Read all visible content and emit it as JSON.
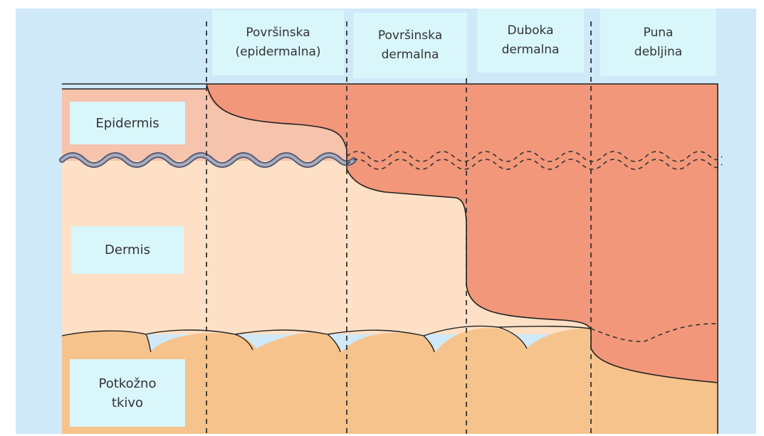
{
  "columns": [
    {
      "id": "superficial-epidermal",
      "label": "Površinska\n(epidermalna)"
    },
    {
      "id": "superficial-dermal",
      "label": "Površinska\ndermalna"
    },
    {
      "id": "deep-dermal",
      "label": "Duboka\ndermalna"
    },
    {
      "id": "full-thickness",
      "label": "Puna\ndebljina"
    }
  ],
  "layers": {
    "epidermis": "Epidermis",
    "dermis": "Dermis",
    "subcutaneous": "Potkožno\ntkivo"
  },
  "colors": {
    "background_panel": "#cfe9f8",
    "label_box": "#d9f6fb",
    "epidermis": "#f6c3ad",
    "dermis": "#fde0c5",
    "subcutaneous": "#f7c38c",
    "burn": "#f2977a",
    "membrane": "#8a8fa8",
    "outline": "#222222"
  }
}
